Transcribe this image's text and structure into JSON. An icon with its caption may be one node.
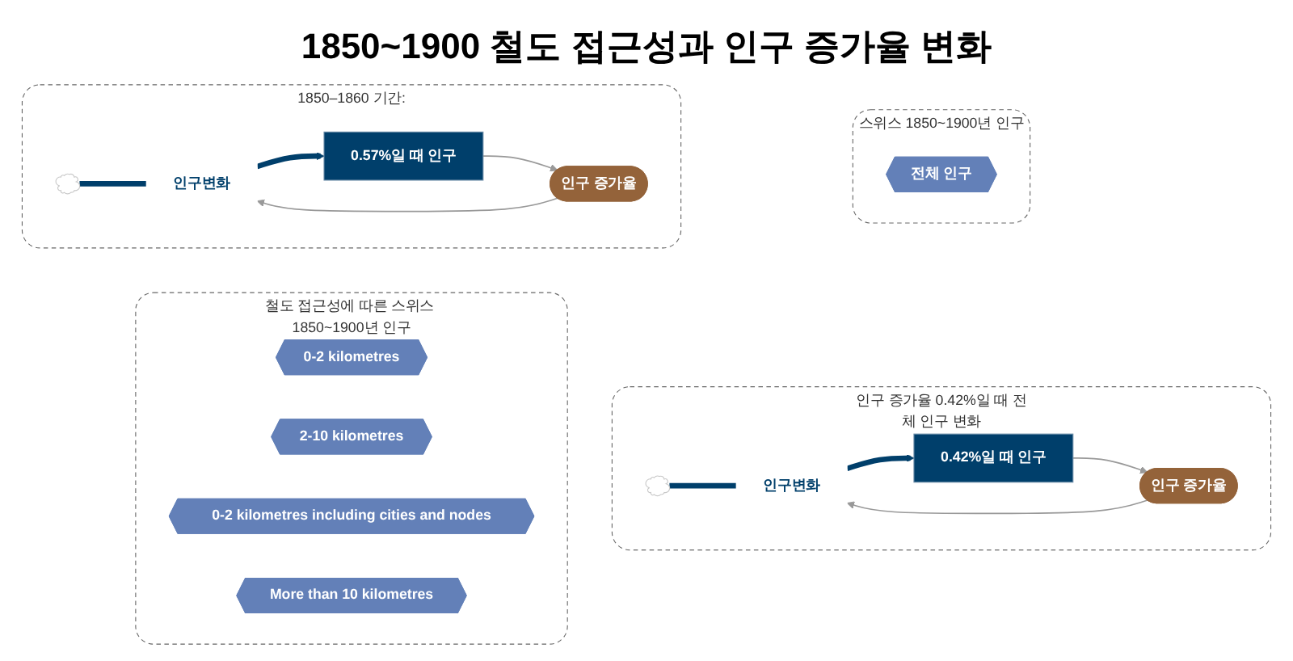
{
  "diagram": {
    "title": "1850~1900 철도 접근성과 인구 증가율 변화",
    "nodes": [
      {
        "text": [
          "스위스 1850~1900년 인구"
        ]
      },
      {
        "text": [
          "전체 인구"
        ],
        "in": 0
      },
      {
        "text": [
          "1850–1860 기간:"
        ]
      },
      {
        "text": [],
        "shape": "cloud",
        "in": 2
      },
      {
        "text": [
          "인구변화"
        ],
        "in": 2
      },
      {
        "text": [
          "0.57%일 때 인구"
        ],
        "in": 2
      },
      {
        "text": [
          "인구 증가율"
        ],
        "in": 2
      },
      {
        "text": [
          "인구 증가율 0.42%일 때 전체 인구 변화"
        ]
      },
      {
        "text": [],
        "shape": "cloud",
        "in": 7
      },
      {
        "text": [
          "인구변화"
        ],
        "in": 7
      },
      {
        "text": [
          "0.42%일 때 인구"
        ],
        "in": 7
      },
      {
        "text": [
          "인구 증가율"
        ],
        "in": 7
      },
      {
        "text": [
          "철도 접근성에 따른 스위스 1850~1900년 인구"
        ]
      },
      {
        "text": [
          "0-2 kilometres"
        ],
        "in": 12
      },
      {
        "text": [
          "2-10 kilometres"
        ],
        "in": 12
      },
      {
        "text": [
          "0-2 kilometres including cities and nodes"
        ],
        "in": 12
      },
      {
        "text": [
          "More than 10 kilometres"
        ],
        "in": 12
      }
    ],
    "edges": [
      {
        "from": 3,
        "to": 4,
        "arrow": "none",
        "style": "thick",
        "color": "#003f6b"
      },
      {
        "from": 4,
        "to": 5,
        "arrow": "to",
        "style": "thick",
        "color": "#003f6b"
      },
      {
        "from": 6,
        "to": 4,
        "arrow": "to",
        "color": "#999999"
      },
      {
        "from": 5,
        "to": 6,
        "arrow": "to",
        "color": "#999999"
      },
      {
        "from": 8,
        "to": 9,
        "arrow": "none",
        "style": "thick",
        "color": "#003f6b"
      },
      {
        "from": 9,
        "to": 10,
        "arrow": "to",
        "style": "thick",
        "color": "#003f6b"
      },
      {
        "from": 11,
        "to": 9,
        "arrow": "to",
        "color": "#999999"
      },
      {
        "from": 10,
        "to": 11,
        "arrow": "to",
        "color": "#999999"
      }
    ]
  }
}
